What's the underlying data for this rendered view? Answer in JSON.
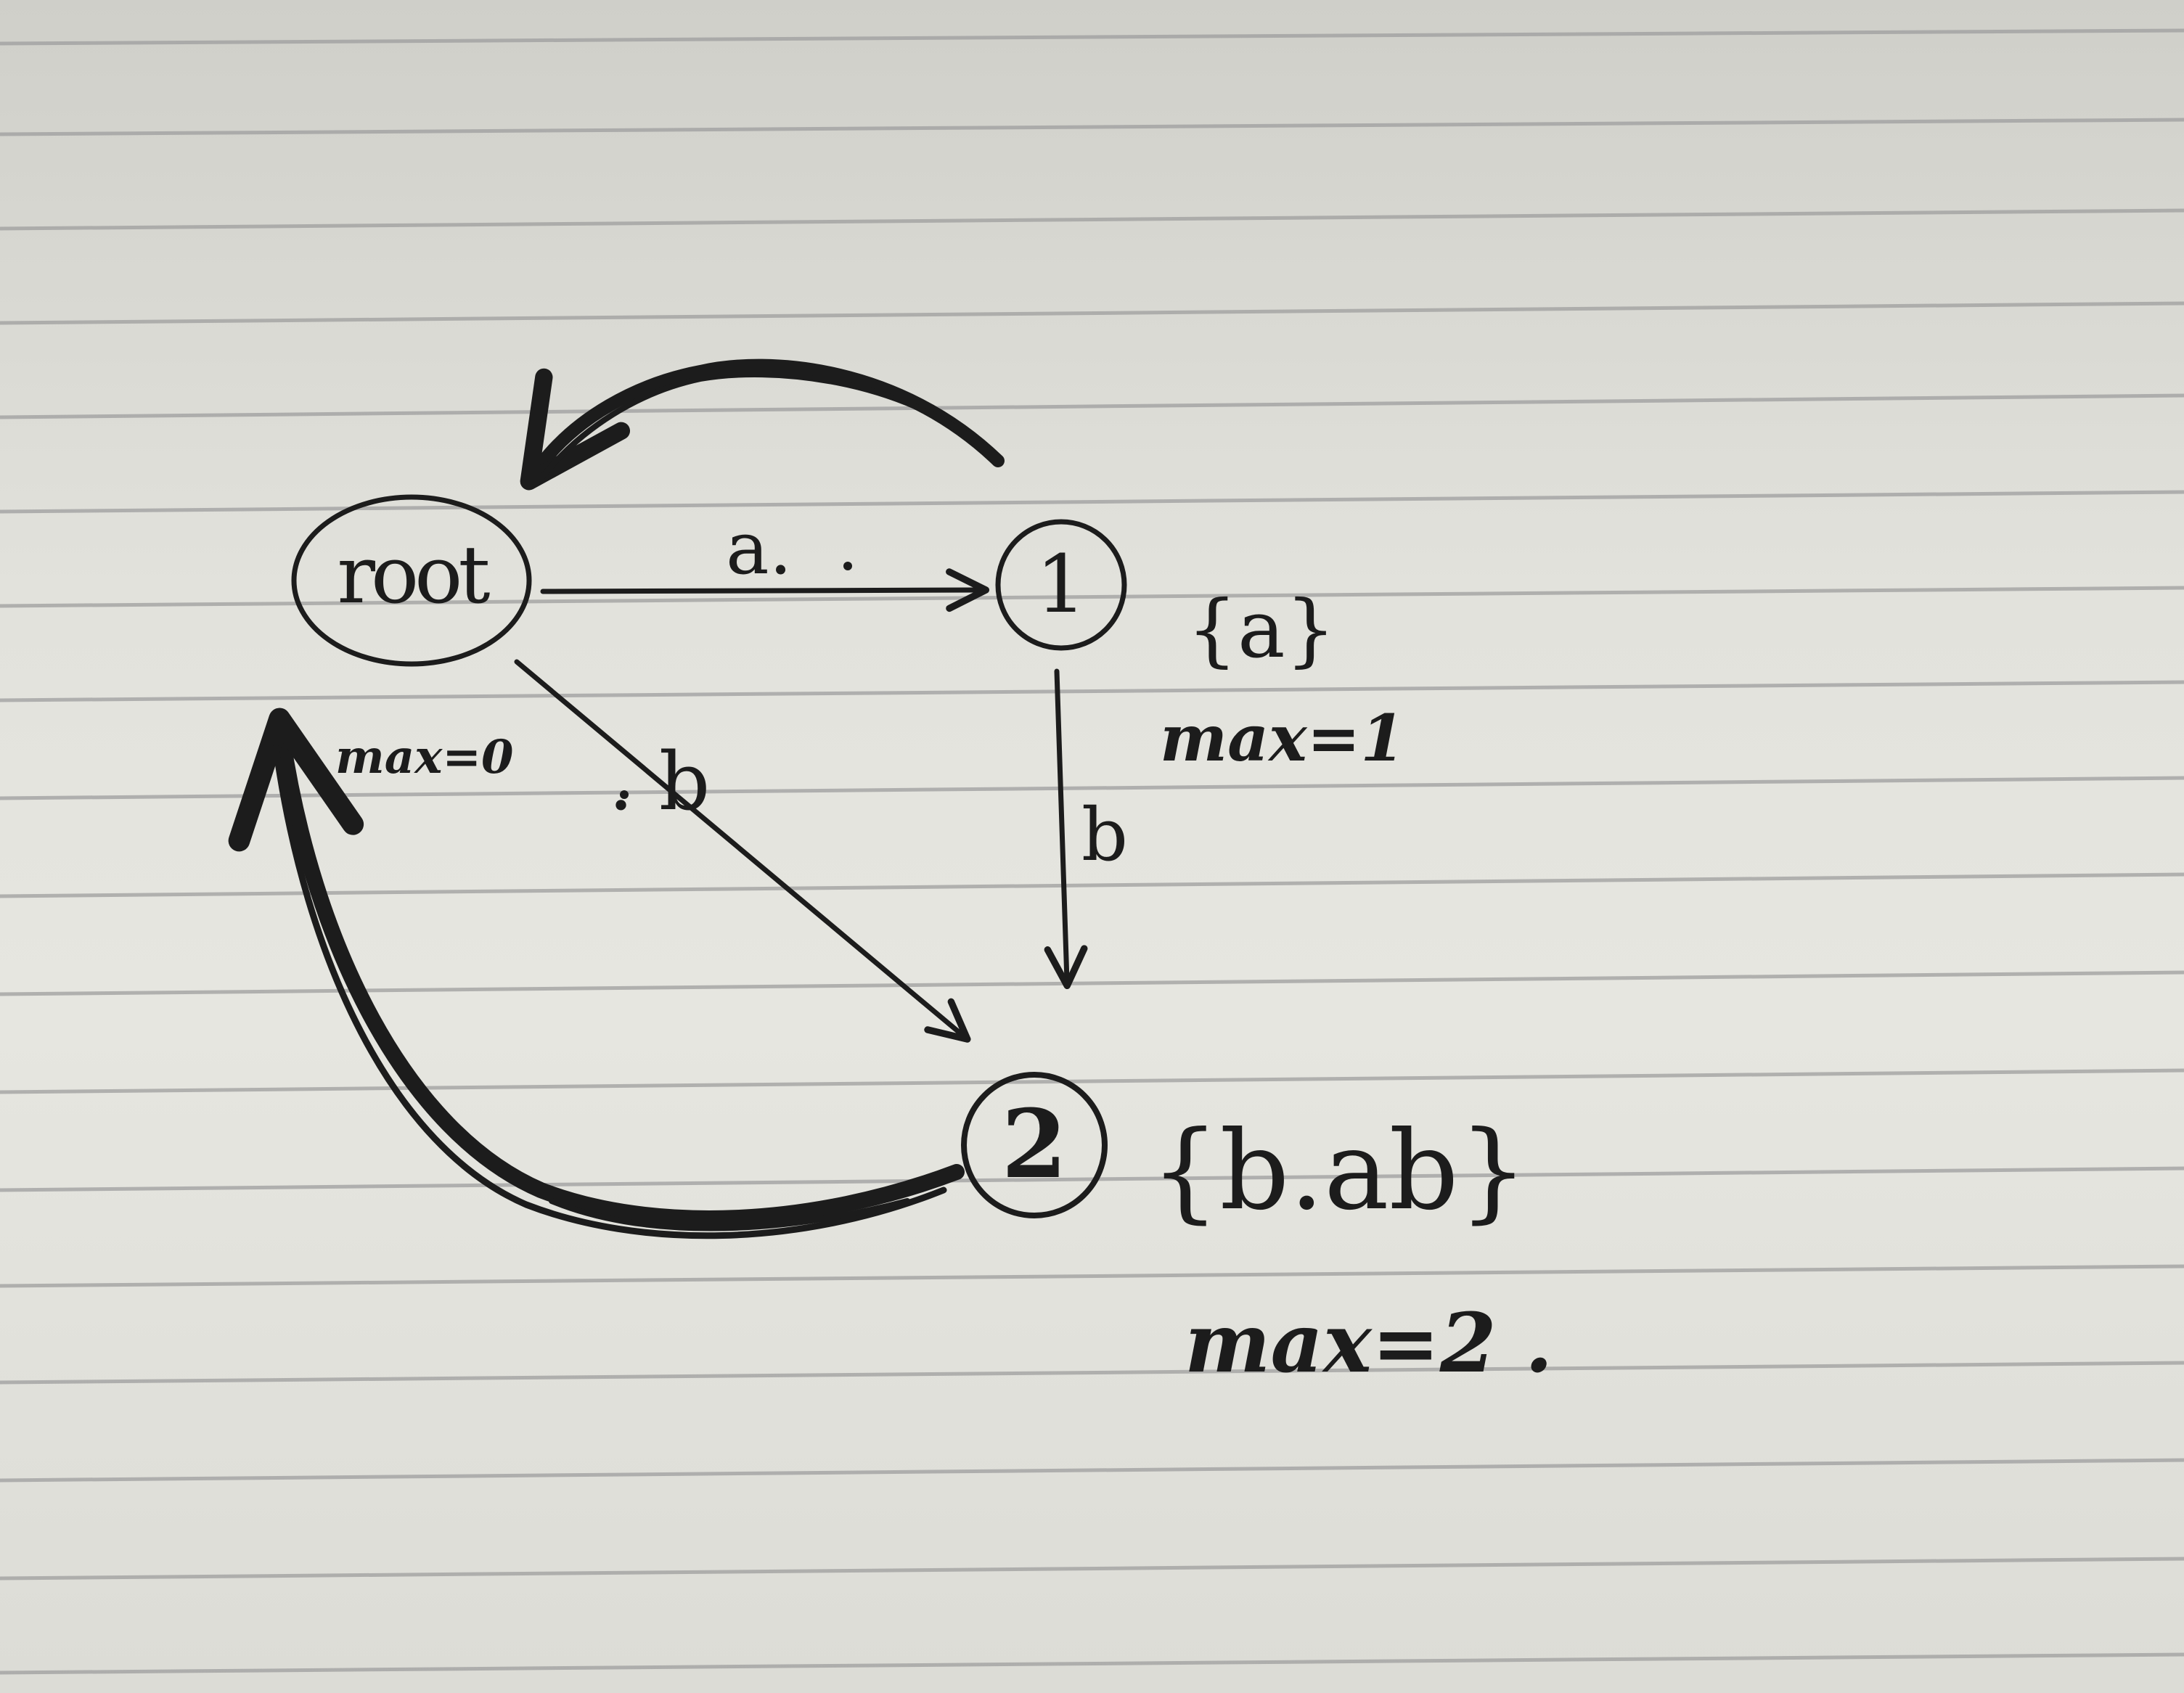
{
  "diagram": {
    "nodes": [
      {
        "id": "root",
        "label": "root",
        "max_label": "max=0"
      },
      {
        "id": "1",
        "label": "1",
        "set_label": "{a}",
        "max_label": "max=1"
      },
      {
        "id": "2",
        "label": "2",
        "set_label": "{b.ab}",
        "max_label": "max=2 ."
      }
    ],
    "edges": [
      {
        "from": "root",
        "to": "1",
        "label": "a."
      },
      {
        "from": "root",
        "to": "2",
        "label": ". b"
      },
      {
        "from": "1",
        "to": "2",
        "label": "b"
      },
      {
        "from": "1",
        "to": "root",
        "label": ""
      },
      {
        "from": "2",
        "to": "root",
        "label": ""
      }
    ]
  }
}
